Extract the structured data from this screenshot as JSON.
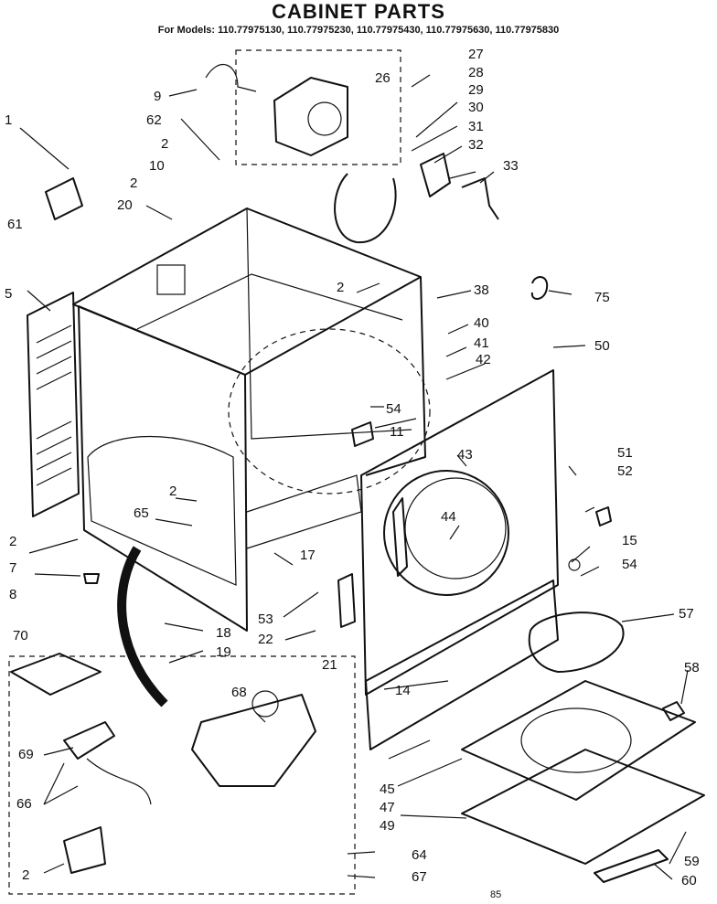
{
  "header": {
    "title": "CABINET PARTS",
    "models_line": "For Models: 110.77975130, 110.77975230, 110.77975430, 110.77975630, 110.77975830"
  },
  "callouts": [
    {
      "key": "1",
      "text": "1"
    },
    {
      "key": "2a",
      "text": "2"
    },
    {
      "key": "2b",
      "text": "2"
    },
    {
      "key": "2c",
      "text": "2"
    },
    {
      "key": "2d",
      "text": "2"
    },
    {
      "key": "2e",
      "text": "2"
    },
    {
      "key": "2f",
      "text": "2"
    },
    {
      "key": "5",
      "text": "5"
    },
    {
      "key": "7",
      "text": "7"
    },
    {
      "key": "8",
      "text": "8"
    },
    {
      "key": "9",
      "text": "9"
    },
    {
      "key": "10",
      "text": "10"
    },
    {
      "key": "11",
      "text": "11"
    },
    {
      "key": "14",
      "text": "14"
    },
    {
      "key": "15",
      "text": "15"
    },
    {
      "key": "17",
      "text": "17"
    },
    {
      "key": "18",
      "text": "18"
    },
    {
      "key": "19",
      "text": "19"
    },
    {
      "key": "20",
      "text": "20"
    },
    {
      "key": "21",
      "text": "21"
    },
    {
      "key": "22",
      "text": "22"
    },
    {
      "key": "26",
      "text": "26"
    },
    {
      "key": "27",
      "text": "27"
    },
    {
      "key": "28",
      "text": "28"
    },
    {
      "key": "29",
      "text": "29"
    },
    {
      "key": "30",
      "text": "30"
    },
    {
      "key": "31",
      "text": "31"
    },
    {
      "key": "32",
      "text": "32"
    },
    {
      "key": "33",
      "text": "33"
    },
    {
      "key": "38",
      "text": "38"
    },
    {
      "key": "40",
      "text": "40"
    },
    {
      "key": "41",
      "text": "41"
    },
    {
      "key": "42",
      "text": "42"
    },
    {
      "key": "43",
      "text": "43"
    },
    {
      "key": "44",
      "text": "44"
    },
    {
      "key": "45",
      "text": "45"
    },
    {
      "key": "47",
      "text": "47"
    },
    {
      "key": "49",
      "text": "49"
    },
    {
      "key": "50",
      "text": "50"
    },
    {
      "key": "51",
      "text": "51"
    },
    {
      "key": "52",
      "text": "52"
    },
    {
      "key": "53",
      "text": "53"
    },
    {
      "key": "54a",
      "text": "54"
    },
    {
      "key": "54b",
      "text": "54"
    },
    {
      "key": "57",
      "text": "57"
    },
    {
      "key": "58",
      "text": "58"
    },
    {
      "key": "59",
      "text": "59"
    },
    {
      "key": "60",
      "text": "60"
    },
    {
      "key": "61",
      "text": "61"
    },
    {
      "key": "62",
      "text": "62"
    },
    {
      "key": "64",
      "text": "64"
    },
    {
      "key": "65",
      "text": "65"
    },
    {
      "key": "66",
      "text": "66"
    },
    {
      "key": "67",
      "text": "67"
    },
    {
      "key": "68",
      "text": "68"
    },
    {
      "key": "69",
      "text": "69"
    },
    {
      "key": "70",
      "text": "70"
    },
    {
      "key": "75",
      "text": "75"
    }
  ],
  "footer_mark": "85"
}
